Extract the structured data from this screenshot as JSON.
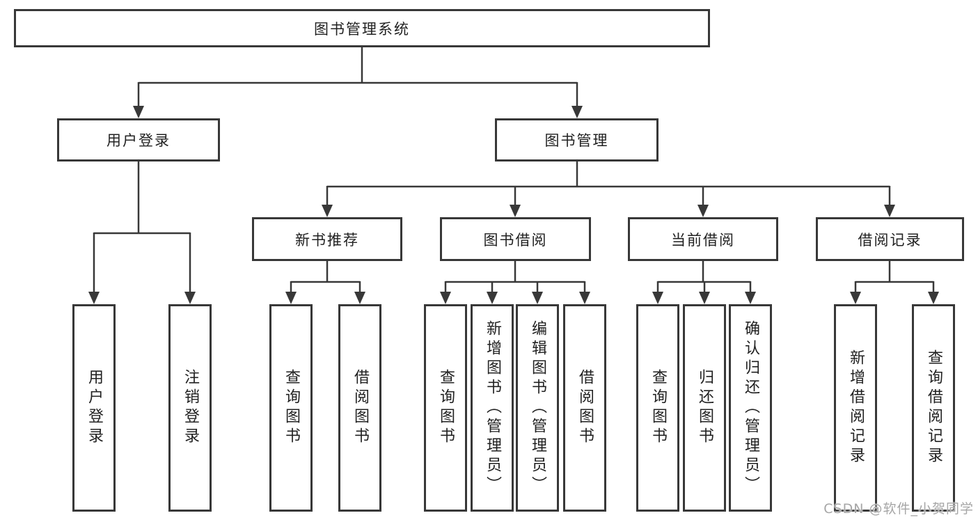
{
  "diagram_title": "图书管理系统",
  "colors": {
    "line": "#383838",
    "node_border": "#383838",
    "node_bg": "#ffffff",
    "text": "#212121",
    "watermark": "#a6a6a6"
  },
  "nodes": {
    "root": {
      "label": "图书管理系统"
    },
    "level2": [
      {
        "key": "user-login",
        "label": "用户登录"
      },
      {
        "key": "book-management",
        "label": "图书管理"
      }
    ],
    "level3": [
      {
        "key": "new-book-recommend",
        "label": "新书推荐",
        "parent": "book-management"
      },
      {
        "key": "book-borrowing",
        "label": "图书借阅",
        "parent": "book-management"
      },
      {
        "key": "current-borrowing",
        "label": "当前借阅",
        "parent": "book-management"
      },
      {
        "key": "borrowing-records",
        "label": "借阅记录",
        "parent": "book-management"
      }
    ],
    "leaves": [
      {
        "parent": "user-login",
        "label": "用户登录"
      },
      {
        "parent": "user-login",
        "label": "注销登录"
      },
      {
        "parent": "new-book-recommend",
        "label": "查询图书"
      },
      {
        "parent": "new-book-recommend",
        "label": "借阅图书"
      },
      {
        "parent": "book-borrowing",
        "label": "查询图书"
      },
      {
        "parent": "book-borrowing",
        "label": "新增图书（管理员）"
      },
      {
        "parent": "book-borrowing",
        "label": "编辑图书（管理员）"
      },
      {
        "parent": "book-borrowing",
        "label": "借阅图书"
      },
      {
        "parent": "current-borrowing",
        "label": "查询图书"
      },
      {
        "parent": "current-borrowing",
        "label": "归还图书"
      },
      {
        "parent": "current-borrowing",
        "label": "确认归还（管理员）"
      },
      {
        "parent": "borrowing-records",
        "label": "新增借阅记录"
      },
      {
        "parent": "borrowing-records",
        "label": "查询借阅记录"
      }
    ]
  },
  "watermark": {
    "text": "CSDN @软件_小贺同学"
  }
}
